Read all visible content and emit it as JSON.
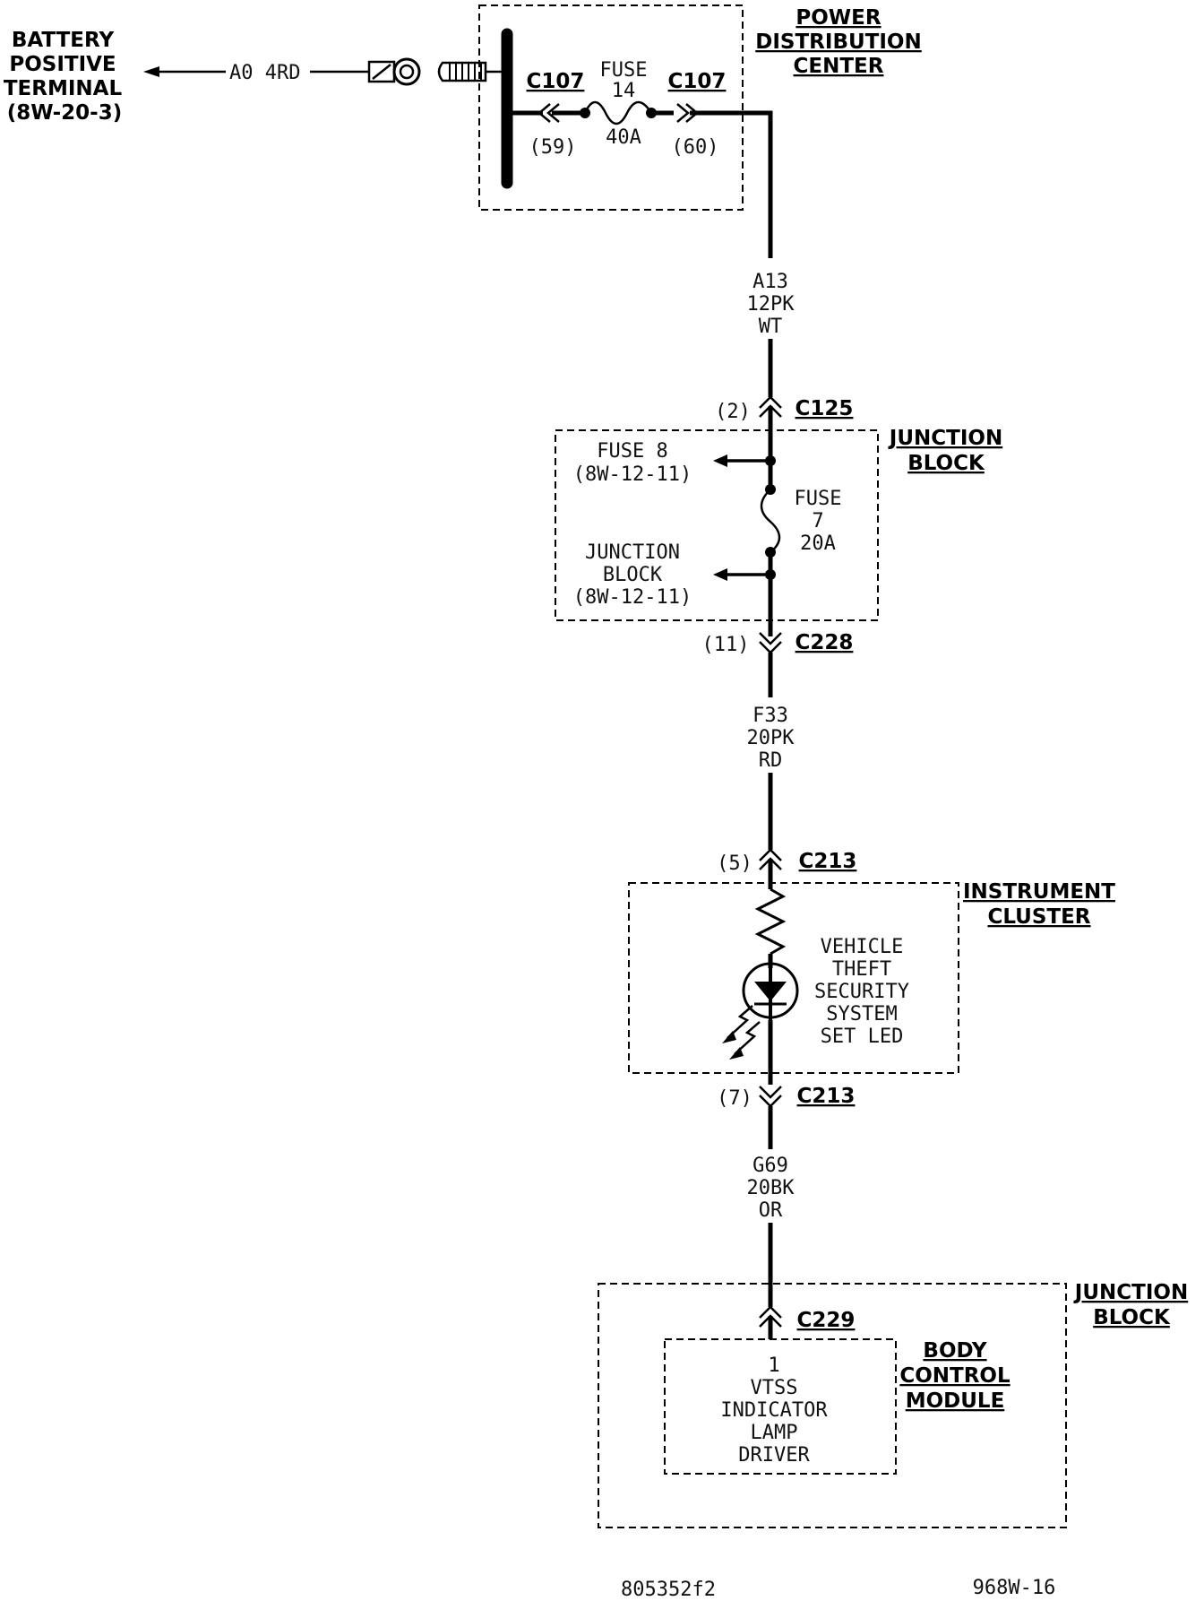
{
  "battery": {
    "lines": [
      "BATTERY",
      "POSITIVE",
      "TERMINAL",
      "(8W-20-3)"
    ],
    "wire_label": "A0  4RD"
  },
  "pdc": {
    "title_lines": [
      "POWER",
      "DISTRIBUTION",
      "CENTER"
    ],
    "connector_left": "C107",
    "connector_right": "C107",
    "pin_left": "(59)",
    "pin_right": "(60)",
    "fuse_lines": [
      "FUSE",
      "14"
    ],
    "fuse_rating": "40A"
  },
  "wire_a13": {
    "lines": [
      "A13",
      "12PK",
      "WT"
    ]
  },
  "c125": {
    "pin": "(2)",
    "connector": "C125"
  },
  "junction_block_1": {
    "title_lines": [
      "JUNCTION",
      "BLOCK"
    ],
    "fuse8_lines": [
      "FUSE 8",
      "(8W-12-11)"
    ],
    "jb_lines": [
      "JUNCTION",
      "BLOCK",
      "(8W-12-11)"
    ],
    "fuse7_lines": [
      "FUSE",
      "7",
      "20A"
    ]
  },
  "c228": {
    "pin": "(11)",
    "connector": "C228"
  },
  "wire_f33": {
    "lines": [
      "F33",
      "20PK",
      "RD"
    ]
  },
  "c213_top": {
    "pin": "(5)",
    "connector": "C213"
  },
  "instrument_cluster": {
    "title_lines": [
      "INSTRUMENT",
      "CLUSTER"
    ],
    "led_lines": [
      "VEHICLE",
      "THEFT",
      "SECURITY",
      "SYSTEM",
      "SET LED"
    ]
  },
  "c213_bottom": {
    "pin": "(7)",
    "connector": "C213"
  },
  "wire_g69": {
    "lines": [
      "G69",
      "20BK",
      "OR"
    ]
  },
  "junction_block_2": {
    "title_lines": [
      "JUNCTION",
      "BLOCK"
    ],
    "connector": "C229"
  },
  "bcm": {
    "title_lines": [
      "BODY",
      "CONTROL",
      "MODULE"
    ],
    "pin_lines": [
      "1",
      "VTSS",
      "INDICATOR",
      "LAMP",
      "DRIVER"
    ]
  },
  "footer": {
    "code_left": "805352f2",
    "code_right": "968W-16"
  }
}
